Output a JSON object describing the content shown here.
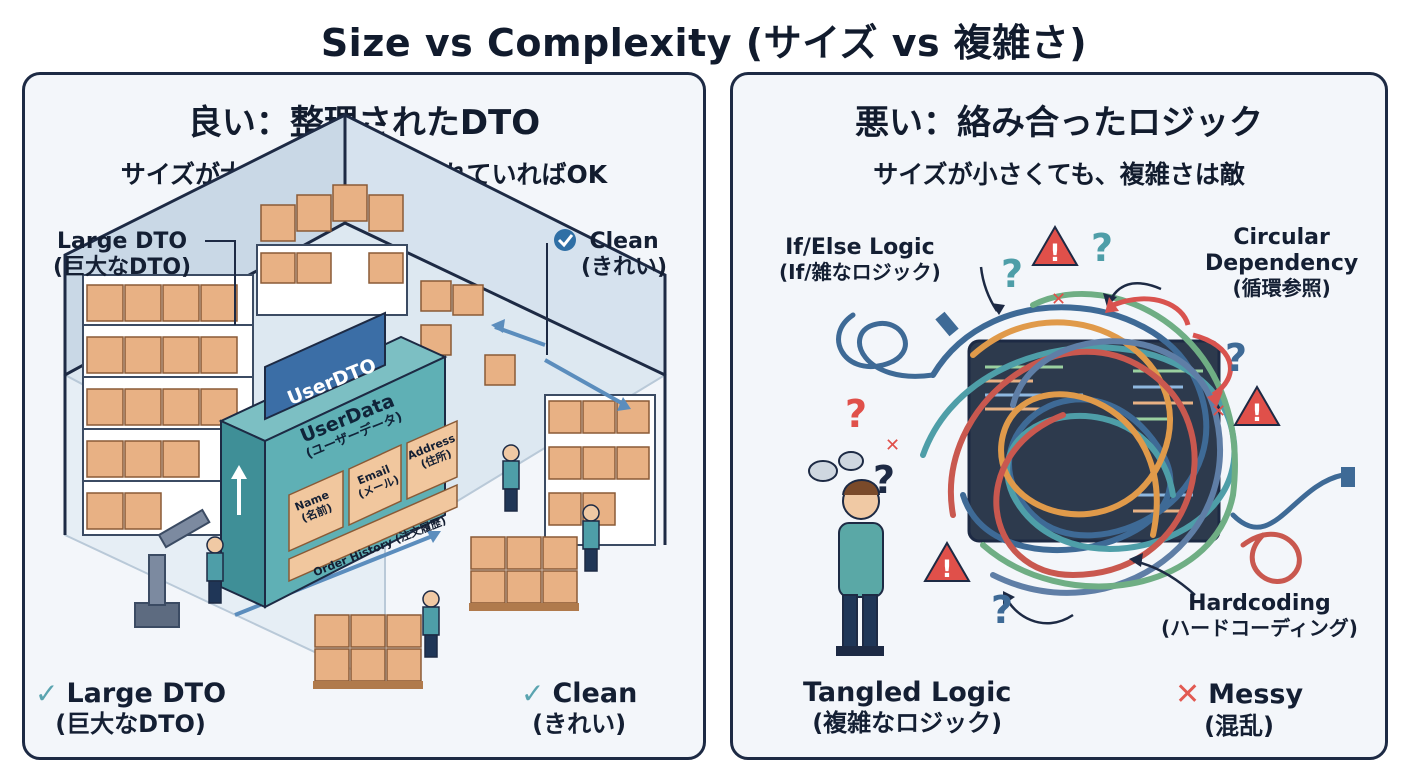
{
  "title": "Size vs Complexity (サイズ vs 複雑さ)",
  "left": {
    "title": "良い：整理されたDTO",
    "subtitle": "サイズが大きくても、整理されていればOK",
    "callout_large": {
      "line1": "Large DTO",
      "line2": "(巨大なDTO)"
    },
    "callout_clean": {
      "line1": "Clean",
      "line2": "(きれい)"
    },
    "dto_label": "UserDTO",
    "data_title": "UserData",
    "data_subtitle": "(ユーザーデータ)",
    "fields": [
      {
        "name": "Name",
        "sub": "(名前)"
      },
      {
        "name": "Email",
        "sub": "(メール)"
      },
      {
        "name": "Address",
        "sub": "(住所)"
      }
    ],
    "order_history": "Order History (注文履歴)",
    "bottom_large": {
      "line1": "Large DTO",
      "line2": "(巨大なDTO)"
    },
    "bottom_clean": {
      "line1": "Clean",
      "line2": "(きれい)"
    },
    "check_symbol": "✓"
  },
  "right": {
    "title": "悪い：絡み合ったロジック",
    "subtitle": "サイズが小さくても、複雑さは敵",
    "if_else": {
      "line1": "If/Else Logic",
      "line2": "(If/雑なロジック)"
    },
    "circular": {
      "line1": "Circular",
      "line2": "Dependency",
      "line3": "(循環参照)"
    },
    "hardcoding": {
      "line1": "Hardcoding",
      "line2": "(ハードコーディング)"
    },
    "tangled": {
      "line1": "Tangled Logic",
      "line2": "(複雑なロジック)"
    },
    "messy": {
      "line1": "Messy",
      "line2": "(混乱)"
    },
    "x_symbol": "✕"
  },
  "colors": {
    "border": "#1d2a44",
    "box": "#e8b184",
    "teal": "#4e9ea8",
    "blue": "#3e6a96",
    "warning": "#e0504a",
    "check": "#5aa4b0"
  }
}
